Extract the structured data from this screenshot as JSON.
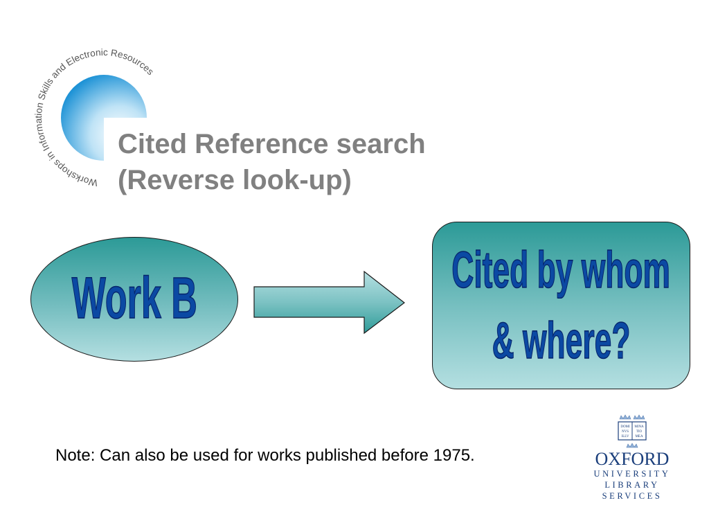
{
  "logo": {
    "ring_text": "Workshops in Information Skills and Electronic Resources",
    "color": "#3aa0dc"
  },
  "title": {
    "line1": "Cited Reference search",
    "line2": "(Reverse look-up)"
  },
  "diagram": {
    "ellipse_label": "Work B",
    "box_line1": "Cited by whom",
    "box_line2": "& where?",
    "shape_fill_top": "#2c9a97",
    "shape_fill_bottom": "#b4dfe1",
    "label_color": "#0b49a3"
  },
  "note": "Note: Can also be used for works published before 1975.",
  "oxford_logo": {
    "crest_text": [
      "DOMI",
      "NVS",
      "ILLV",
      "MINA",
      "TIO",
      "MEA"
    ],
    "line1": "OXFORD",
    "line2": "UNIVERSITY",
    "line3": "LIBRARY",
    "line4": "SERVICES",
    "color": "#1a3e7b"
  }
}
